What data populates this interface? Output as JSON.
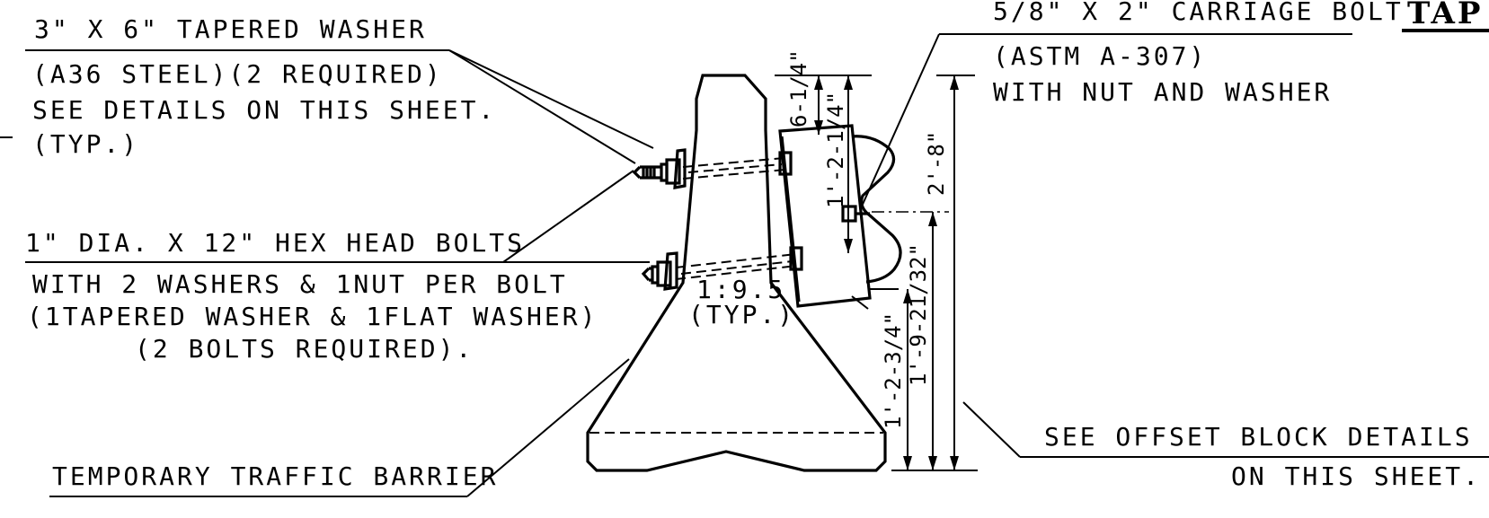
{
  "labels": {
    "washer_title": "3\" X 6\" TAPERED WASHER",
    "washer_l1": "(A36 STEEL)(2 REQUIRED)",
    "washer_l2": "SEE DETAILS ON THIS SHEET.",
    "washer_l3": "(TYP.)",
    "hexbolt_title": "1\" DIA. X 12\" HEX HEAD BOLTS",
    "hexbolt_l1": "WITH 2 WASHERS & 1NUT PER BOLT",
    "hexbolt_l2": "(1TAPERED WASHER & 1FLAT WASHER)",
    "hexbolt_l3": "(2 BOLTS REQUIRED).",
    "barrier": "TEMPORARY TRAFFIC BARRIER",
    "carriage_title": "5/8\" X 2\" CARRIAGE BOLT",
    "carriage_l1": "(ASTM A-307)",
    "carriage_l2": "WITH NUT AND WASHER",
    "offset_l1": "SEE OFFSET BLOCK DETAILS",
    "offset_l2": "ON THIS SHEET.",
    "slope": "1:9.5",
    "slope_typ": "(TYP.)",
    "cut_title": "TAP"
  },
  "dimensions": {
    "d1": "6-1/4\"",
    "d2": "1'-2-1/4\"",
    "d3": "2'-8\"",
    "d4": "1'-9-21/32\"",
    "d5": "1'-2-3/4\""
  }
}
